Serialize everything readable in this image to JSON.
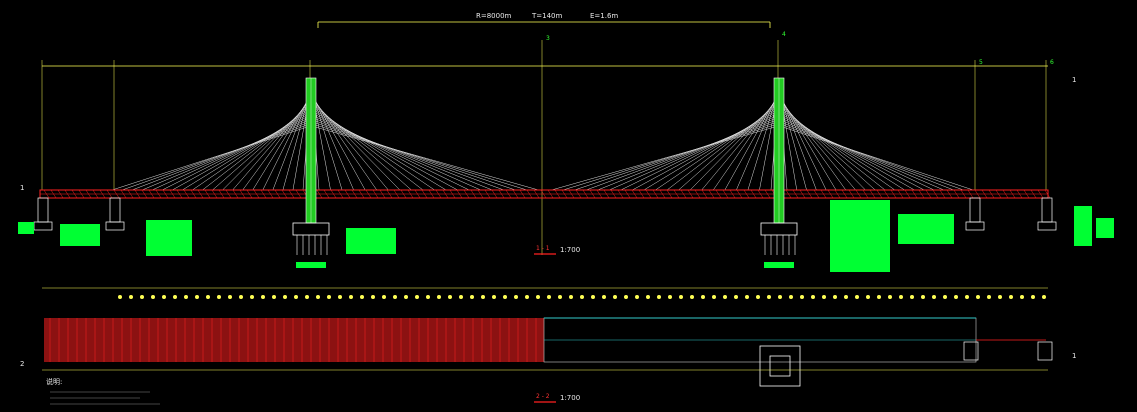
{
  "drawing": {
    "curve_params": {
      "r": "R=8000m",
      "t": "T=140m",
      "e": "E=1.6m"
    },
    "section_label": "1 - 1",
    "section_scale": "1:700",
    "plan_label": "2 - 2",
    "plan_scale": "1:700",
    "notes_title": "说明:",
    "grid_marks": [
      "1",
      "2",
      "3",
      "4",
      "5",
      "6"
    ],
    "colors": {
      "background": "#000000",
      "dimension_lines": "#ffff55",
      "deck": "#ff2020",
      "pylon_fill": "#22cc22",
      "cables": "#dddddd",
      "callouts": "#00ff33",
      "water_line": "#33cccc",
      "text": "#e8e8e8"
    },
    "icons": [
      "pylon-elevation",
      "pile-cap",
      "stay-cable-fan",
      "dimension-tick",
      "section-mark"
    ]
  }
}
